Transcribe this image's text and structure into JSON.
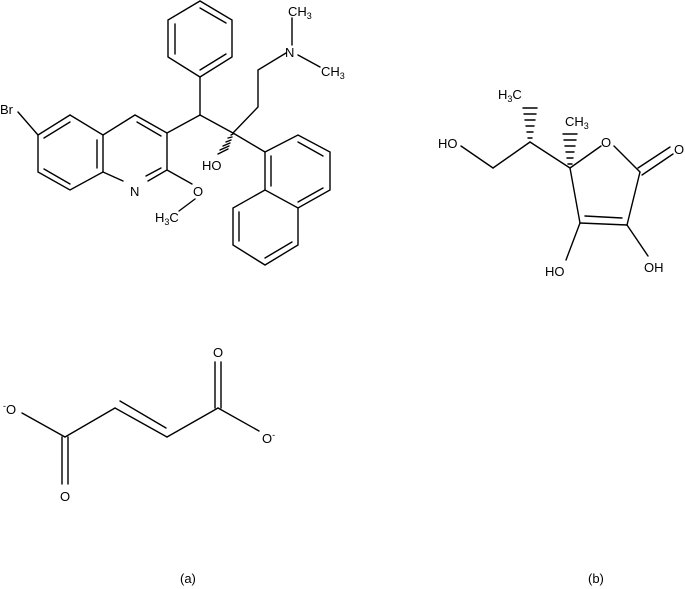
{
  "panels": [
    {
      "label": "(a)",
      "molecules": [
        "bedaquiline",
        "fumarate"
      ]
    },
    {
      "label": "(b)",
      "molecules": [
        "lactone"
      ]
    }
  ],
  "atoms_a": {
    "br": "Br",
    "n_ring": "N",
    "o_methoxy": "O",
    "h3c_methoxy": "H",
    "h3c_sub": "3",
    "h3c_c": "C",
    "ho": "HO",
    "n_amine": "N",
    "ch3": "CH",
    "sub3": "3"
  },
  "atoms_fumarate": {
    "o": "O",
    "minus": "-"
  },
  "atoms_b": {
    "ho": "HO",
    "oh": "OH",
    "o": "O",
    "h": "H",
    "c": "C",
    "ch": "CH",
    "sub3": "3"
  },
  "colors": {
    "line": "#000000",
    "background": "#ffffff"
  }
}
